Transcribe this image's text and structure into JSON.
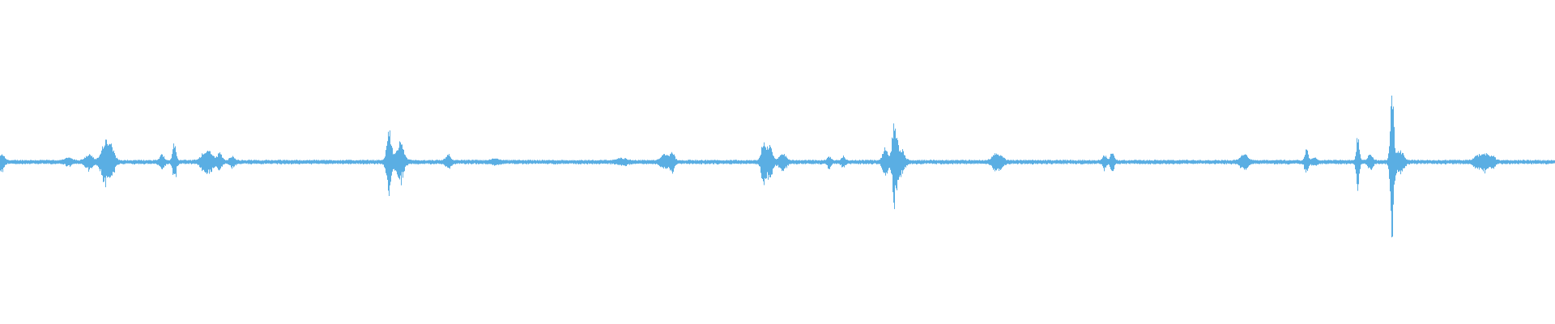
{
  "waveform": {
    "color": "#5aaee3",
    "background": "#ffffff",
    "baseline_level": 0.008,
    "baseline_noise": 0.006,
    "bursts": [
      {
        "pos": 0.001,
        "peak": 0.05,
        "spread": 0.002
      },
      {
        "pos": 0.044,
        "peak": 0.018,
        "spread": 0.003
      },
      {
        "pos": 0.057,
        "peak": 0.045,
        "spread": 0.003
      },
      {
        "pos": 0.067,
        "peak": 0.11,
        "spread": 0.003
      },
      {
        "pos": 0.071,
        "peak": 0.1,
        "spread": 0.003
      },
      {
        "pos": 0.104,
        "peak": 0.04,
        "spread": 0.002
      },
      {
        "pos": 0.112,
        "peak": 0.12,
        "spread": 0.0015
      },
      {
        "pos": 0.133,
        "peak": 0.08,
        "spread": 0.004
      },
      {
        "pos": 0.141,
        "peak": 0.05,
        "spread": 0.002
      },
      {
        "pos": 0.149,
        "peak": 0.03,
        "spread": 0.002
      },
      {
        "pos": 0.25,
        "peak": 0.2,
        "spread": 0.002
      },
      {
        "pos": 0.257,
        "peak": 0.13,
        "spread": 0.003
      },
      {
        "pos": 0.288,
        "peak": 0.04,
        "spread": 0.002
      },
      {
        "pos": 0.318,
        "peak": 0.015,
        "spread": 0.003
      },
      {
        "pos": 0.4,
        "peak": 0.015,
        "spread": 0.004
      },
      {
        "pos": 0.427,
        "peak": 0.04,
        "spread": 0.003
      },
      {
        "pos": 0.432,
        "peak": 0.06,
        "spread": 0.002
      },
      {
        "pos": 0.491,
        "peak": 0.15,
        "spread": 0.002
      },
      {
        "pos": 0.495,
        "peak": 0.12,
        "spread": 0.002
      },
      {
        "pos": 0.503,
        "peak": 0.05,
        "spread": 0.003
      },
      {
        "pos": 0.533,
        "peak": 0.035,
        "spread": 0.0015
      },
      {
        "pos": 0.542,
        "peak": 0.03,
        "spread": 0.0015
      },
      {
        "pos": 0.569,
        "peak": 0.1,
        "spread": 0.002
      },
      {
        "pos": 0.575,
        "peak": 0.26,
        "spread": 0.002
      },
      {
        "pos": 0.579,
        "peak": 0.08,
        "spread": 0.003
      },
      {
        "pos": 0.64,
        "peak": 0.05,
        "spread": 0.003
      },
      {
        "pos": 0.644,
        "peak": 0.03,
        "spread": 0.002
      },
      {
        "pos": 0.71,
        "peak": 0.04,
        "spread": 0.0015
      },
      {
        "pos": 0.715,
        "peak": 0.06,
        "spread": 0.0015
      },
      {
        "pos": 0.8,
        "peak": 0.05,
        "spread": 0.003
      },
      {
        "pos": 0.84,
        "peak": 0.07,
        "spread": 0.0015
      },
      {
        "pos": 0.845,
        "peak": 0.02,
        "spread": 0.002
      },
      {
        "pos": 0.873,
        "peak": 0.2,
        "spread": 0.0012
      },
      {
        "pos": 0.881,
        "peak": 0.04,
        "spread": 0.002
      },
      {
        "pos": 0.895,
        "peak": 0.48,
        "spread": 0.0015
      },
      {
        "pos": 0.9,
        "peak": 0.07,
        "spread": 0.003
      },
      {
        "pos": 0.95,
        "peak": 0.035,
        "spread": 0.003
      },
      {
        "pos": 0.955,
        "peak": 0.05,
        "spread": 0.003
      },
      {
        "pos": 0.96,
        "peak": 0.03,
        "spread": 0.002
      }
    ]
  }
}
